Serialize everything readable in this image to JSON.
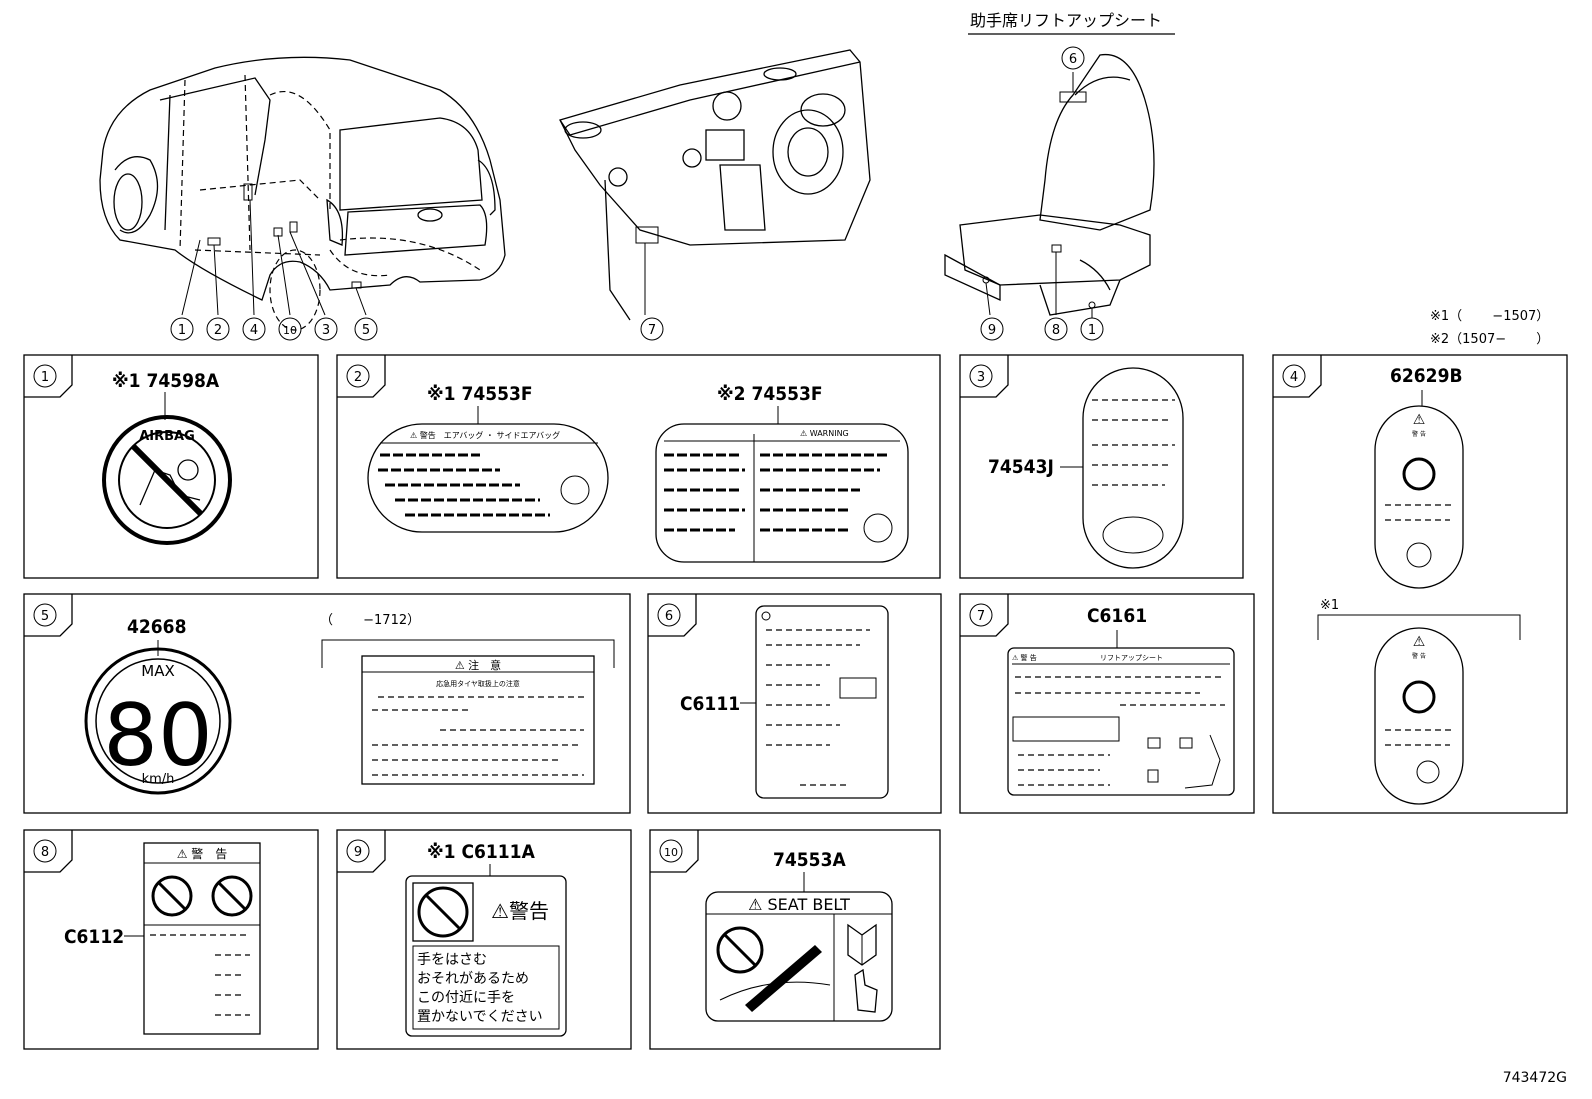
{
  "header": {
    "seat_title": "助手席リフトアップシート",
    "note1": "※1（　　 −1507）",
    "note2": "※2（1507−　　 ）",
    "diagram_id": "743472G"
  },
  "callouts": [
    "1",
    "2",
    "4",
    "10",
    "3",
    "5",
    "7",
    "9",
    "8",
    "1",
    "6"
  ],
  "panels": {
    "p1": {
      "num": "1",
      "code": "※1 74598A",
      "sticker_text": "AIRBAG"
    },
    "p2": {
      "num": "2",
      "code_a": "※1 74553F",
      "code_b": "※2 74553F",
      "warn_a": "⚠ 警告　エアバッグ ・ サイドエアバッグ",
      "warn_b": "⚠ WARNING"
    },
    "p3": {
      "num": "3",
      "code": "74543J"
    },
    "p4": {
      "num": "4",
      "code": "62629B",
      "variant": "※1",
      "warn": "警 告"
    },
    "p5": {
      "num": "5",
      "code": "42668",
      "max": "MAX",
      "speed": "80",
      "unit": "km/h",
      "range": "（　　 −1712）",
      "caution": "⚠ 注　意",
      "caution_sub": "応急用タイヤ取扱上の注意"
    },
    "p6": {
      "num": "6",
      "code": "C6111"
    },
    "p7": {
      "num": "7",
      "code": "C6161",
      "warn": "⚠ 警 告",
      "title": "リフトアップシート"
    },
    "p8": {
      "num": "8",
      "code": "C6112",
      "warn": "⚠ 警　告"
    },
    "p9": {
      "num": "9",
      "code": "※1 C6111A",
      "warn": "⚠警告",
      "text": [
        "手をはさむ",
        "おそれがあるため",
        "この付近に手を",
        "置かないでください"
      ]
    },
    "p10": {
      "num": "10",
      "code": "74553A",
      "warn": "⚠ SEAT BELT"
    }
  }
}
